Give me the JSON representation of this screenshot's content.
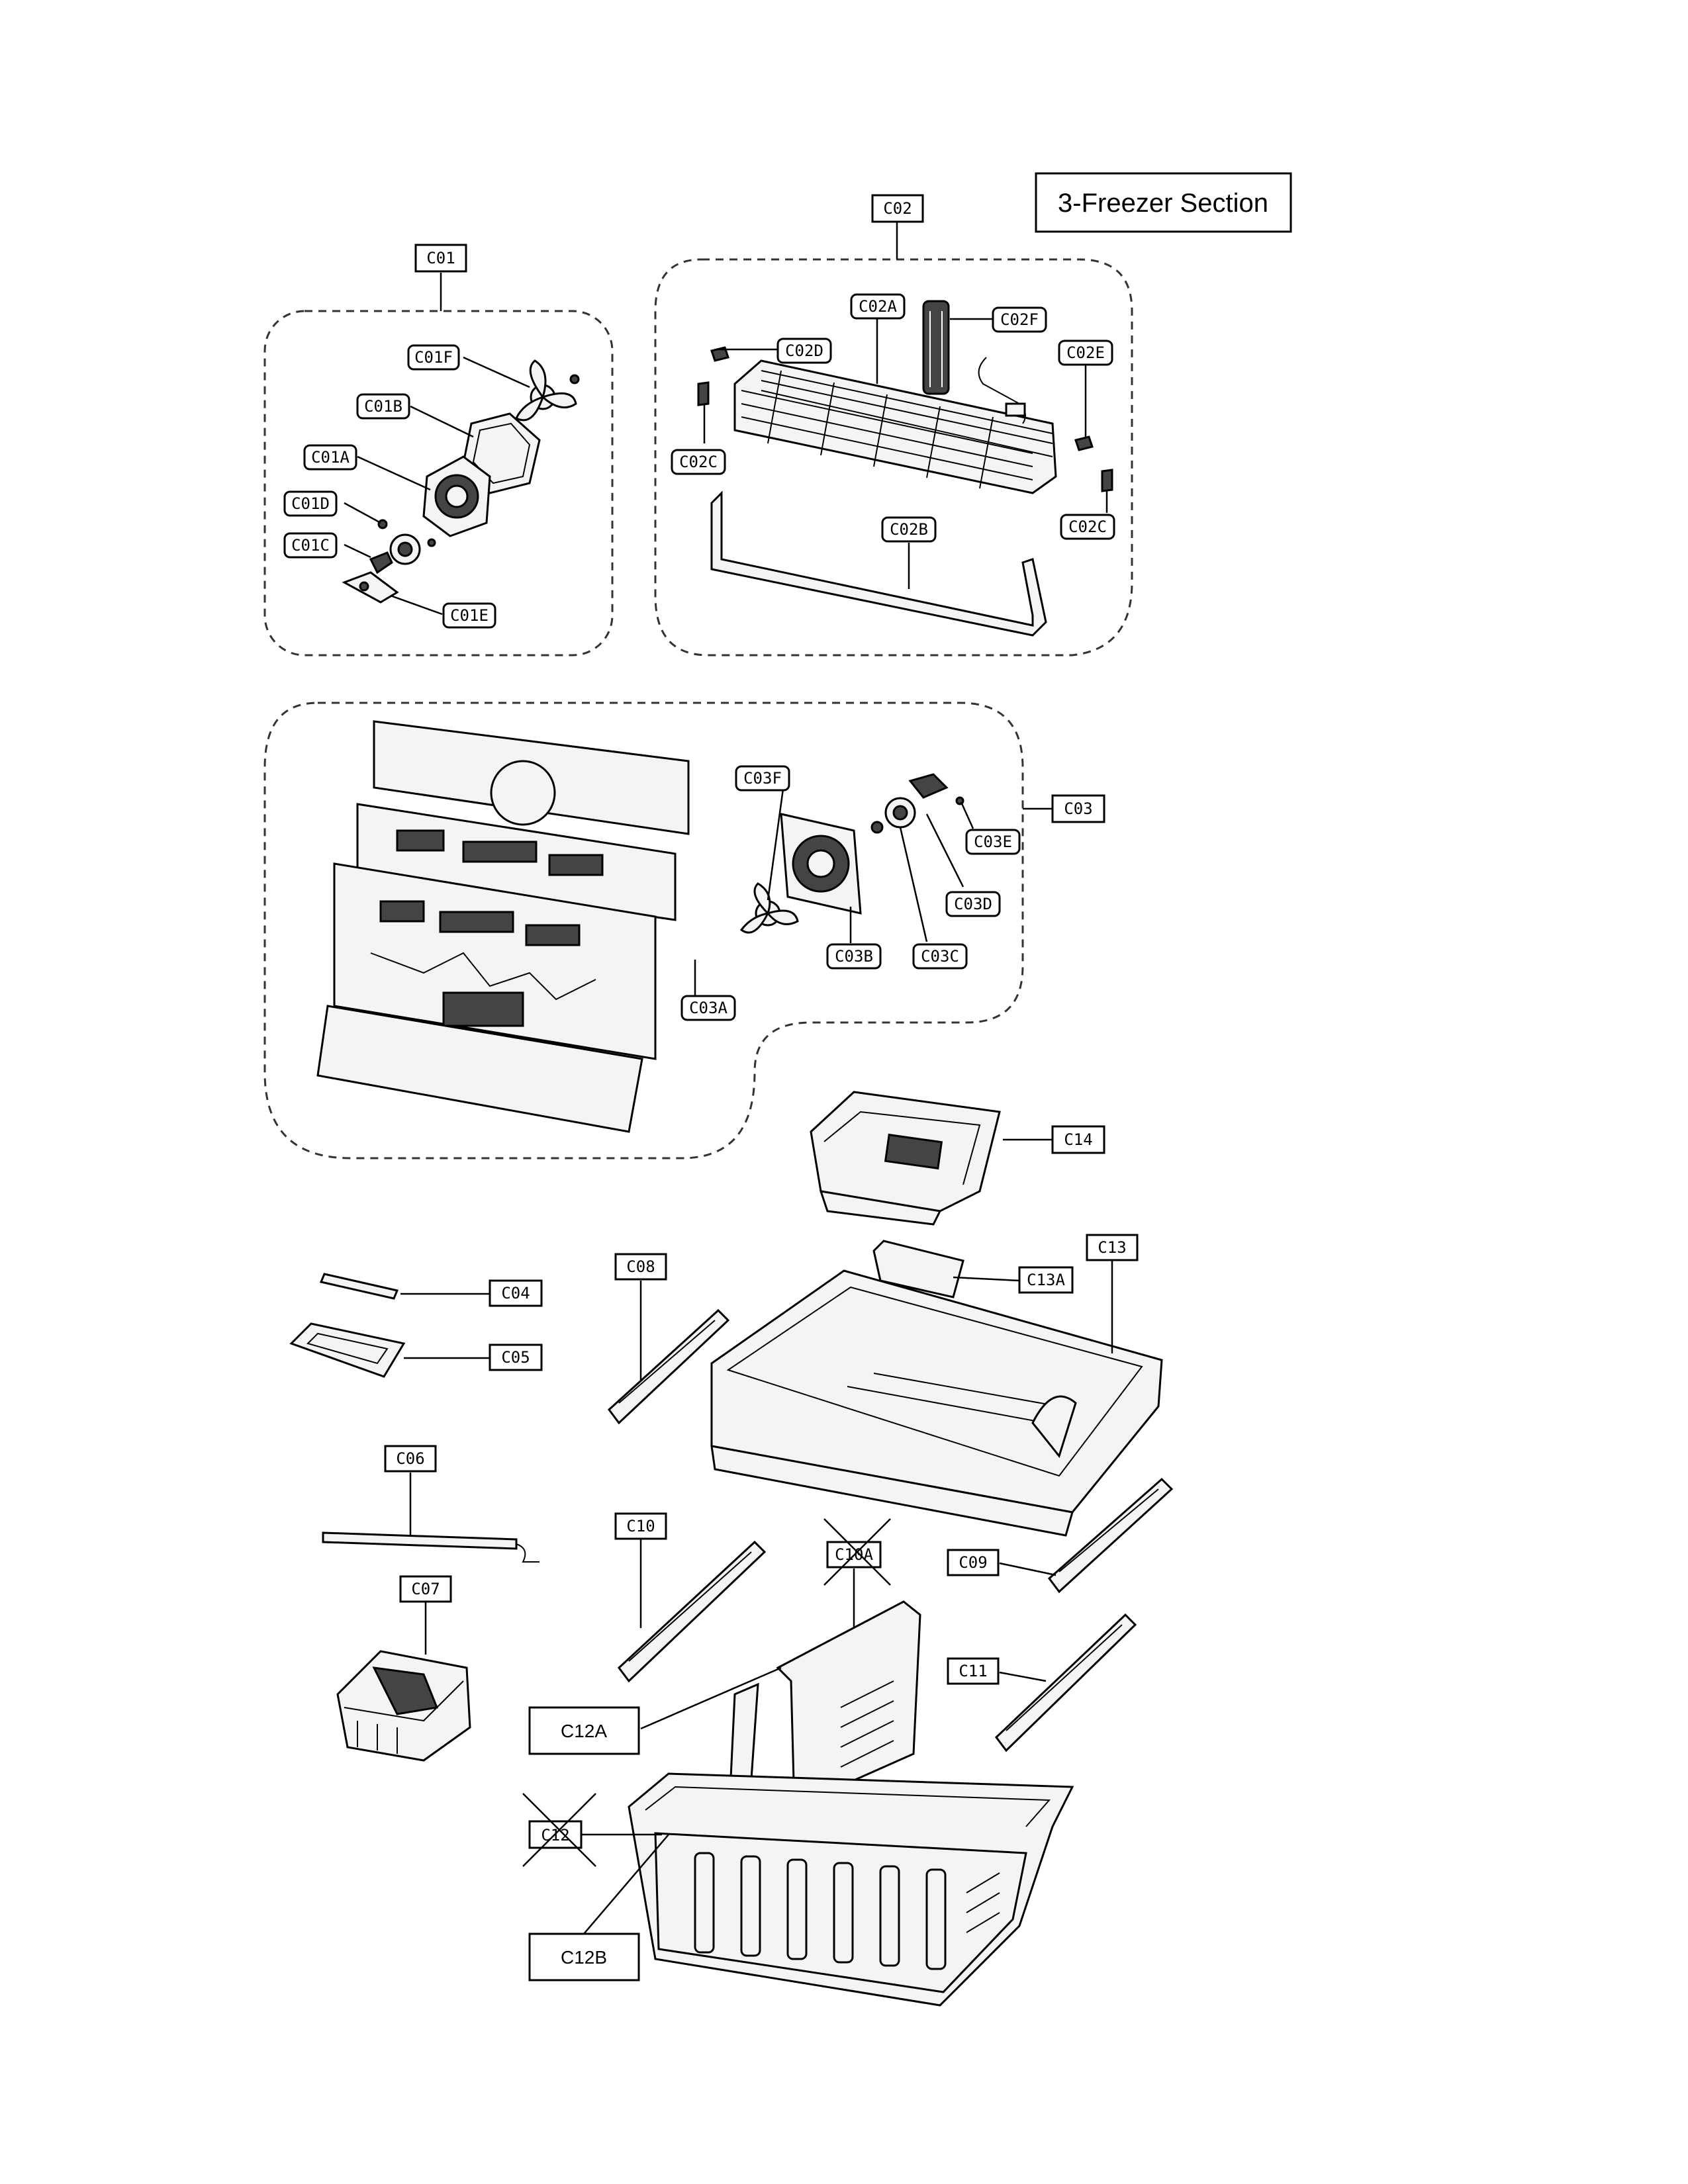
{
  "title": "3-Freezer Section",
  "labels": {
    "C01": "C01",
    "C01A": "C01A",
    "C01B": "C01B",
    "C01C": "C01C",
    "C01D": "C01D",
    "C01E": "C01E",
    "C01F": "C01F",
    "C02": "C02",
    "C02A": "C02A",
    "C02B": "C02B",
    "C02C_left": "C02C",
    "C02C_right": "C02C",
    "C02D": "C02D",
    "C02E": "C02E",
    "C02F": "C02F",
    "C03": "C03",
    "C03A": "C03A",
    "C03B": "C03B",
    "C03C": "C03C",
    "C03D": "C03D",
    "C03E": "C03E",
    "C03F": "C03F",
    "C04": "C04",
    "C05": "C05",
    "C06": "C06",
    "C07": "C07",
    "C08": "C08",
    "C09": "C09",
    "C10": "C10",
    "C10A": "C10A",
    "C11": "C11",
    "C12": "C12",
    "C12A": "C12A",
    "C12B": "C12B",
    "C13": "C13",
    "C13A": "C13A",
    "C14": "C14"
  },
  "crossed_out": [
    "C10A",
    "C12"
  ]
}
